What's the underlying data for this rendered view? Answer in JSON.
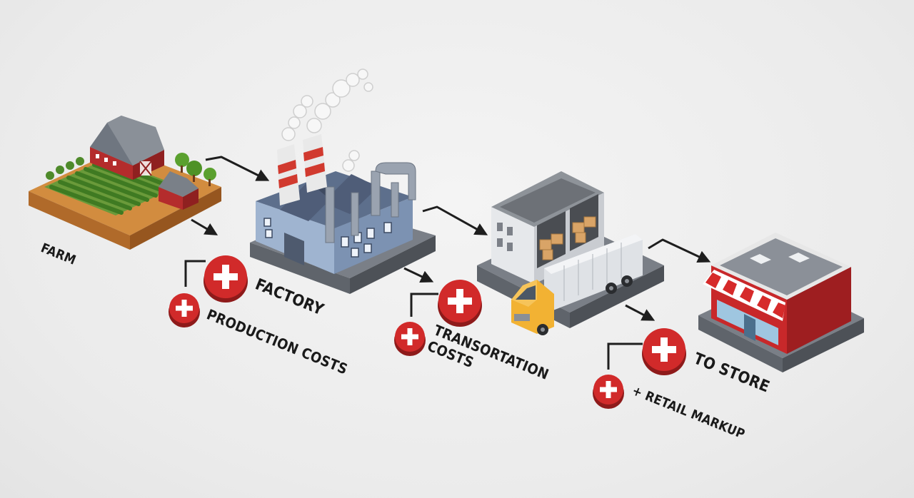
{
  "stages": {
    "farm": "FARM",
    "factory": "FACTORY",
    "transport": "TRANSORTATION\nCOSTS",
    "store": "TO STORE"
  },
  "costs": {
    "production": "PRODUCTION COSTS",
    "retail": "+ RETAIL MARKUP"
  },
  "colors": {
    "background": "#ededed",
    "plus_badge": "#d12a2a",
    "arrow": "#1e1e1e",
    "barn_red": "#b22a2a",
    "factory_blue": "#8fa6c4",
    "truck_yellow": "#f2b233",
    "store_red": "#c8282a"
  },
  "icons": [
    "farm-icon",
    "factory-icon",
    "warehouse-icon",
    "truck-icon",
    "store-icon",
    "plus-badge-icon",
    "arrow-icon"
  ]
}
